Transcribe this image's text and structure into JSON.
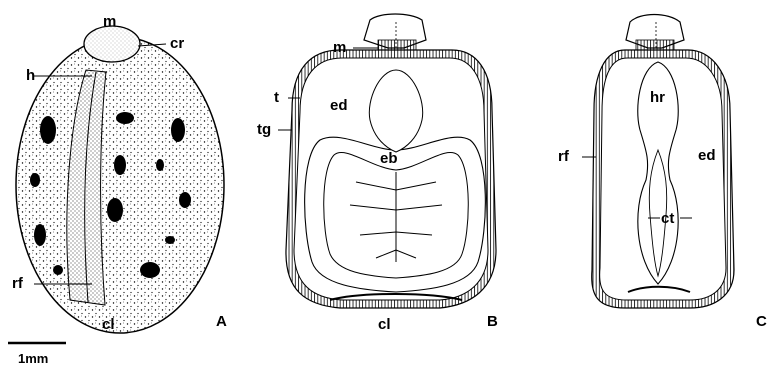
{
  "figure": {
    "panels": [
      {
        "id": "A",
        "label": "A",
        "labels": [
          "m",
          "cr",
          "h",
          "rf",
          "cl"
        ]
      },
      {
        "id": "B",
        "label": "B",
        "labels": [
          "m",
          "t",
          "ed",
          "tg",
          "eb",
          "cl"
        ]
      },
      {
        "id": "C",
        "label": "C",
        "labels": [
          "hr",
          "rf",
          "ed",
          "ct"
        ]
      }
    ],
    "scale_bar": {
      "label": "1mm"
    }
  }
}
